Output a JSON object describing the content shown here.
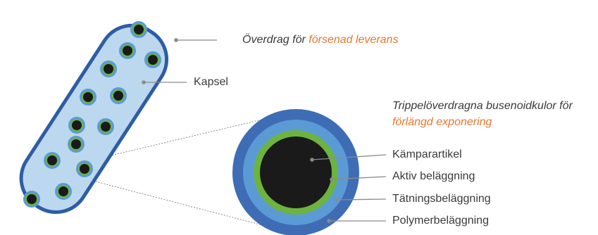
{
  "colors": {
    "capsule_fill": "#bcd8ee",
    "capsule_stroke": "#2e5da4",
    "bead_outer": "#5b9bd5",
    "bead_green": "#6db33f",
    "bead_core": "#1a1a1a",
    "polymer_layer": "#3e6db5",
    "sealing_layer": "#5b9bd5",
    "active_layer": "#6db33f",
    "core": "#1a1a1a",
    "leader_line": "#8a8a8a",
    "accent_text": "#e8772e",
    "body_text": "#3a3a3a"
  },
  "labels": {
    "coating_prefix": "Överdrag för ",
    "coating_highlight": "försenad leverans",
    "capsule": "Kapsel",
    "beads_title_line1": "Trippelöverdragna busenoidkulor för",
    "beads_title_line2": "förlängd exponering",
    "layer_core": "Kämparartikel",
    "layer_active": "Aktiv beläggning",
    "layer_sealing": "Tätningsbeläggning",
    "layer_polymer": "Polymerbeläggning"
  }
}
